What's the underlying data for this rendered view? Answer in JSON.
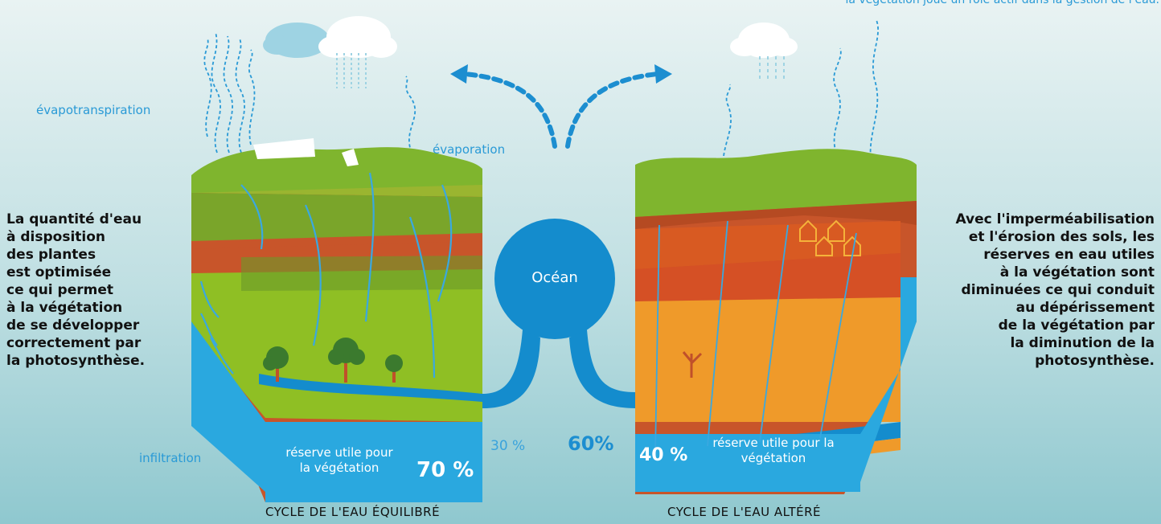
{
  "top_note": "la végétation joue un rôle actif dans la gestion de l'eau.",
  "left_text": "La quantité d'eau\nà disposition\ndes plantes\nest optimisée\nce qui permet\nà la végétation\nde se développer\ncorrectement par\nla photosynthèse.",
  "right_text": "Avec l'imperméabilisation\net l'érosion des sols, les\nréserves en eau utiles\nà la végétation sont\ndiminuées ce qui conduit\nau dépérissement\nde la végétation par\nla diminution de la\nphotosynthèse.",
  "labels": {
    "evapotranspiration": "évapotranspiration",
    "evaporation": "évaporation",
    "infiltration": "infiltration",
    "ocean": "Océan"
  },
  "left_block": {
    "reserve_label": "réserve utile pour la végétation",
    "percent": "70 %",
    "caption": "CYCLE DE L'EAU ÉQUILIBRÉ"
  },
  "right_block": {
    "reserve_label": "réserve utile pour la végétation",
    "percent": "40 %",
    "caption": "CYCLE DE L'EAU ALTÉRÉ"
  },
  "runoff_left": "30 %",
  "runoff_right": "60%",
  "colors": {
    "water": "#1a9ad6",
    "ocean": "#148ccd",
    "grass": "#8fbf24",
    "soil_red": "#c8552a",
    "soil_orange": "#ef9a2a",
    "background": "#bfdfe2"
  }
}
